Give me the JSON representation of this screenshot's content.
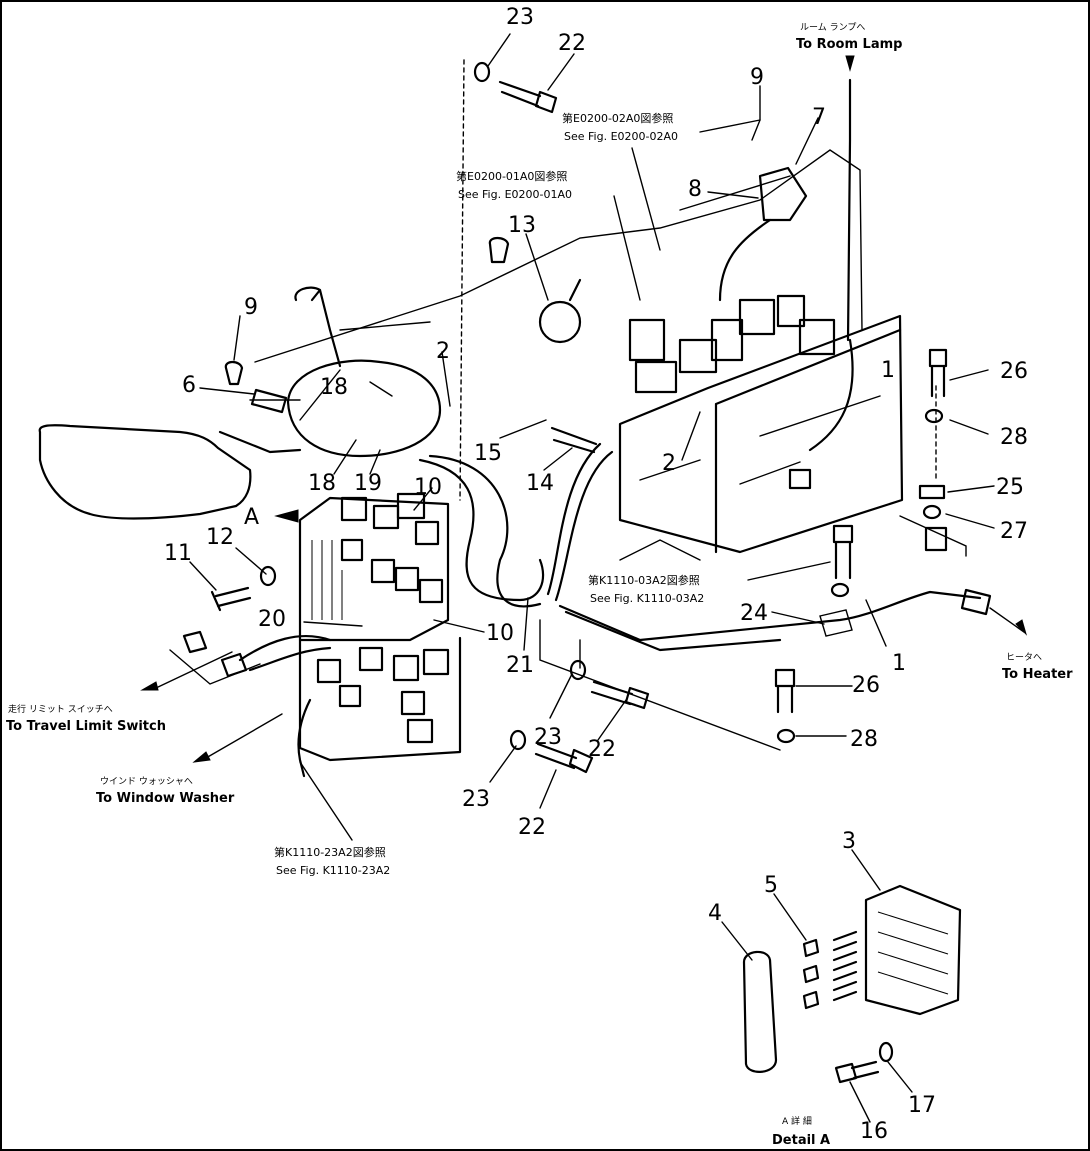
{
  "part_numbers": [
    "1",
    "2",
    "3",
    "4",
    "5",
    "6",
    "7",
    "8",
    "9",
    "10",
    "11",
    "12",
    "13",
    "14",
    "15",
    "16",
    "17",
    "18",
    "19",
    "20",
    "21",
    "22",
    "23",
    "24",
    "25",
    "26",
    "27",
    "28"
  ],
  "detail_marker": "A",
  "references": [
    {
      "jp": "第E0200-02A0図参照",
      "en": "See Fig. E0200-02A0"
    },
    {
      "jp": "第E0200-01A0図参照",
      "en": "See Fig. E0200-01A0"
    },
    {
      "jp": "第K1110-03A2図参照",
      "en": "See Fig. K1110-03A2"
    },
    {
      "jp": "第K1110-23A2図参照",
      "en": "See Fig. K1110-23A2"
    }
  ],
  "destinations": [
    {
      "jp": "ルーム ランプへ",
      "en": "To Room Lamp"
    },
    {
      "jp": "ヒータへ",
      "en": "To Heater"
    },
    {
      "jp": "走行 リミット スイッチへ",
      "en": "To Travel Limit Switch"
    },
    {
      "jp": "ウインド ウォッシャへ",
      "en": "To Window Washer"
    }
  ],
  "detail": {
    "jp": "A 詳 細",
    "en": "Detail A"
  },
  "colors": {
    "ink": "#000000",
    "paper": "#ffffff"
  }
}
